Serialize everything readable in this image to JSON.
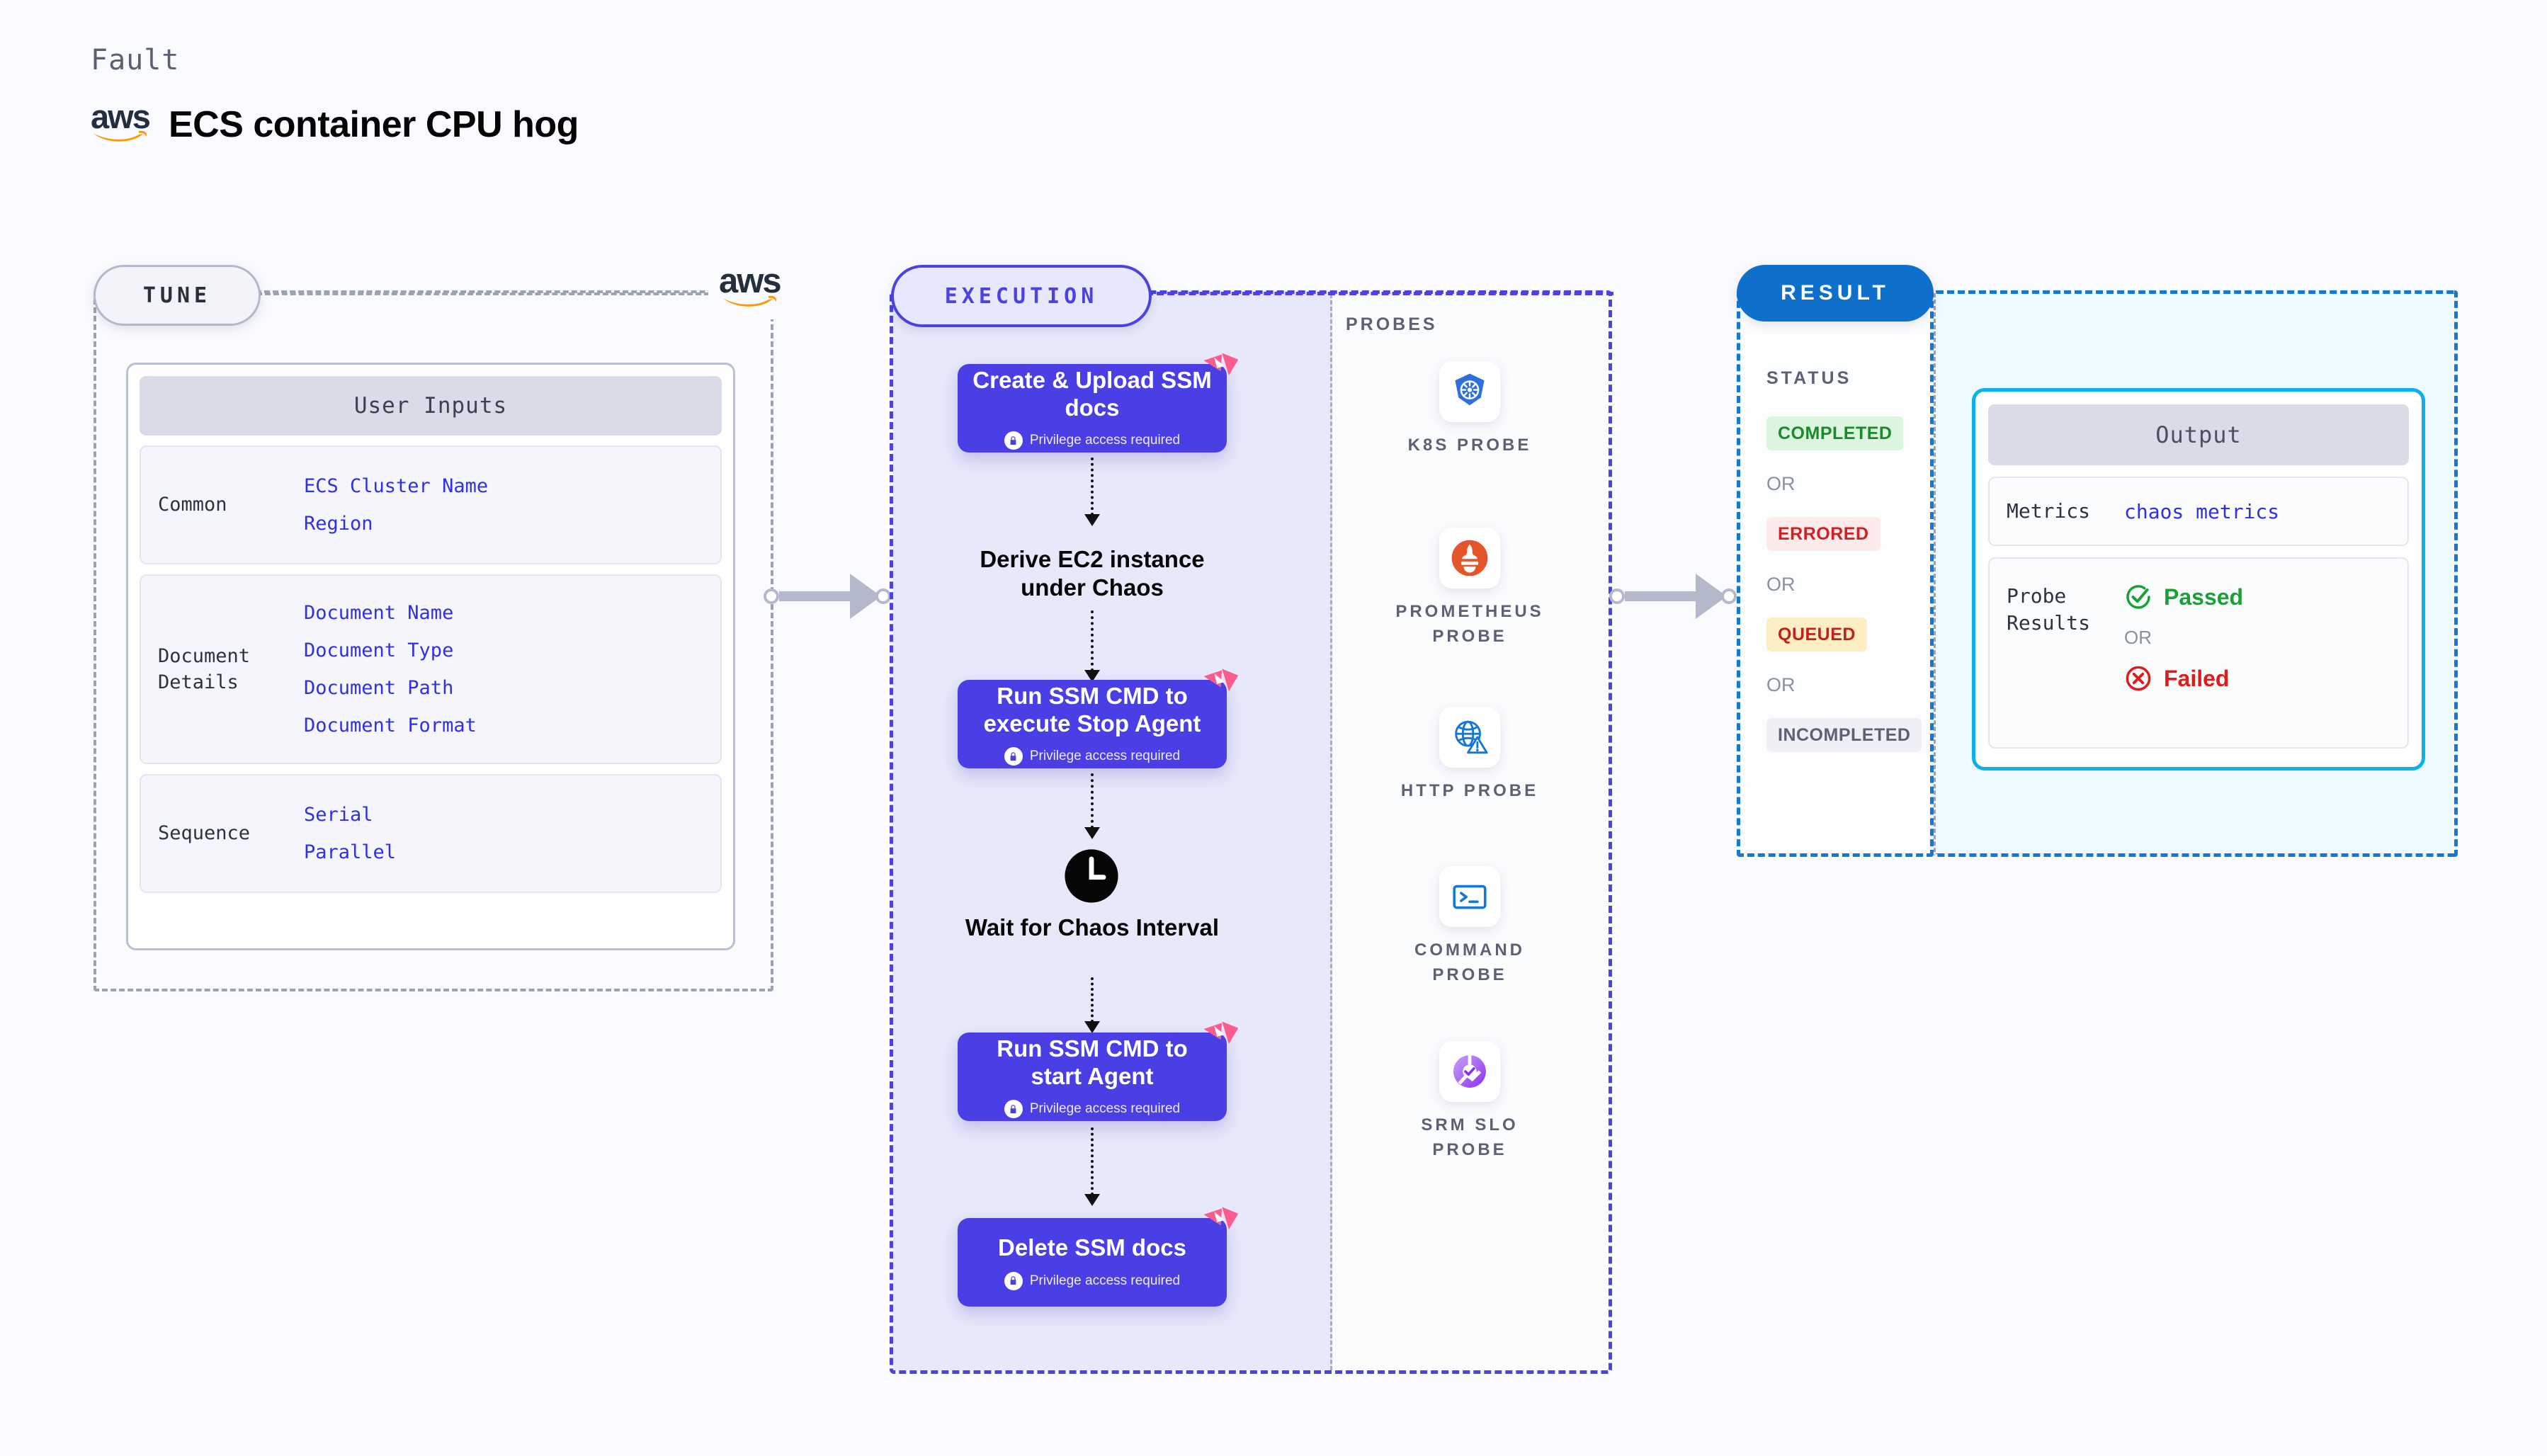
{
  "header": {
    "fault_label": "Fault",
    "logo": "aws-logo",
    "title": "ECS container CPU hog"
  },
  "tune": {
    "pill_label": "TUNE",
    "logo": "aws-logo",
    "card_title": "User Inputs",
    "groups": [
      {
        "label": "Common",
        "values": [
          "ECS Cluster Name",
          "Region"
        ]
      },
      {
        "label": "Document Details",
        "values": [
          "Document Name",
          "Document Type",
          "Document Path",
          "Document Format"
        ]
      },
      {
        "label": "Sequence",
        "values": [
          "Serial",
          "Parallel"
        ]
      }
    ]
  },
  "execution": {
    "pill_label": "EXECUTION",
    "steps": [
      {
        "title": "Create & Upload SSM docs",
        "privilege": "Privilege access required",
        "type": "task"
      },
      {
        "title": "Derive EC2 instance under Chaos",
        "type": "plain"
      },
      {
        "title": "Run SSM CMD to execute Stop Agent",
        "privilege": "Privilege access required",
        "type": "task"
      },
      {
        "title": "Wait for Chaos Interval",
        "type": "clock"
      },
      {
        "title": "Run SSM CMD to start Agent",
        "privilege": "Privilege access required",
        "type": "task"
      },
      {
        "title": "Delete SSM docs",
        "privilege": "Privilege access required",
        "type": "task"
      }
    ]
  },
  "probes": {
    "title": "PROBES",
    "items": [
      {
        "label": "K8S PROBE",
        "icon": "kubernetes-icon"
      },
      {
        "label": "PROMETHEUS PROBE",
        "icon": "prometheus-icon"
      },
      {
        "label": "HTTP PROBE",
        "icon": "http-globe-icon"
      },
      {
        "label": "COMMAND PROBE",
        "icon": "terminal-icon"
      },
      {
        "label": "SRM SLO PROBE",
        "icon": "srm-slo-icon"
      }
    ]
  },
  "result": {
    "pill_label": "RESULT",
    "status_title": "STATUS",
    "or_label": "OR",
    "statuses": [
      {
        "label": "COMPLETED",
        "bg": "#dcf5df",
        "fg": "#1a8a2a"
      },
      {
        "label": "ERRORED",
        "bg": "#fdeaea",
        "fg": "#cf2222"
      },
      {
        "label": "QUEUED",
        "bg": "#fdeec4",
        "fg": "#c02121"
      },
      {
        "label": "INCOMPLETED",
        "bg": "#eef0f5",
        "fg": "#5c6273"
      }
    ],
    "output": {
      "title": "Output",
      "metrics_label": "Metrics",
      "metrics_value": "chaos metrics",
      "probe_results_label": "Probe Results",
      "passed_label": "Passed",
      "failed_label": "Failed",
      "or_label": "OR"
    }
  },
  "colors": {
    "indigo": "#4a3fe4",
    "pink": "#fb5c8e",
    "result_blue": "#0f70cc",
    "output_cyan": "#0bb0ec",
    "value_blue": "#2f2fe8",
    "aws_orange": "#ff9900",
    "aws_navy": "#232f3e"
  }
}
